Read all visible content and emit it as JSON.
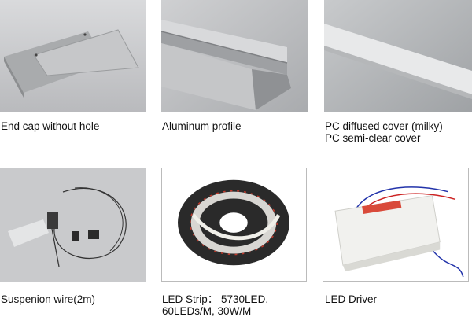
{
  "items": [
    {
      "image": "end-cap-photo",
      "caption": [
        "End cap without hole"
      ]
    },
    {
      "image": "aluminum-profile-photo",
      "caption": [
        "Aluminum profile"
      ]
    },
    {
      "image": "pc-cover-photo",
      "caption": [
        "PC diffused cover (milky)",
        "PC semi-clear cover"
      ]
    },
    {
      "image": "suspension-wire-photo",
      "caption": [
        "Suspenion wire(2m)"
      ]
    },
    {
      "image": "led-strip-reel-photo",
      "caption": [
        "LED Strip： 5730LED,",
        "60LEDs/M,  30W/M"
      ]
    },
    {
      "image": "led-driver-photo",
      "caption": [
        "LED Driver"
      ]
    }
  ]
}
